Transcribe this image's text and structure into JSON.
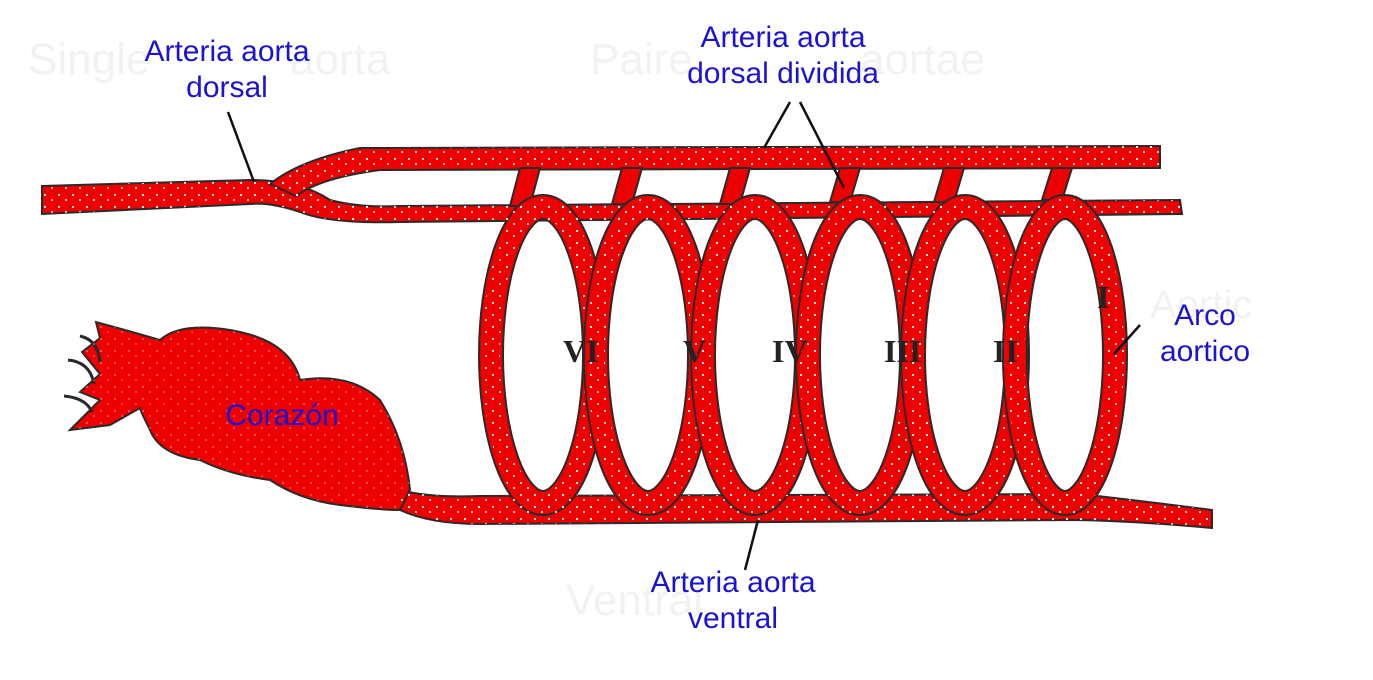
{
  "colors": {
    "vessel": "#ee0000",
    "outline": "#2a2a2a",
    "label": "#1a12d6",
    "ghost": "#f0f0f0",
    "numeral": "#222222"
  },
  "ghost_text": {
    "left": "Single",
    "left2": "aorta",
    "middle": "Paire",
    "middle2": "aortae",
    "right": "Aortic",
    "bottom": "Ventral"
  },
  "labels": {
    "dorsal_line1": "Arteria aorta",
    "dorsal_line2": "dorsal",
    "divided_line1": "Arteria aorta",
    "divided_line2": "dorsal dividida",
    "arch_line1": "Arco",
    "arch_line2": "aortico",
    "heart": "Corazón",
    "ventral_line1": "Arteria aorta",
    "ventral_line2": "ventral"
  },
  "arches": [
    "VI",
    "V",
    "IV",
    "III",
    "II",
    "I"
  ]
}
